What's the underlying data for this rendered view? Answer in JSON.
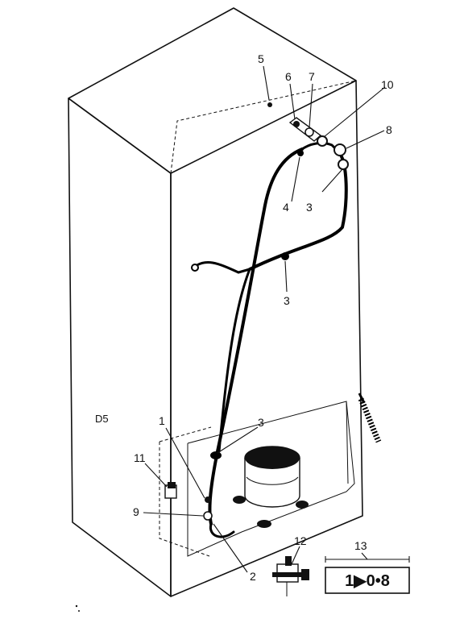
{
  "diagram": {
    "model_code": "D5",
    "callouts": [
      {
        "id": "c5",
        "text": "5"
      },
      {
        "id": "c6",
        "text": "6"
      },
      {
        "id": "c7",
        "text": "7"
      },
      {
        "id": "c10",
        "text": "10"
      },
      {
        "id": "c8",
        "text": "8"
      },
      {
        "id": "c4",
        "text": "4"
      },
      {
        "id": "c3a",
        "text": "3"
      },
      {
        "id": "c3b",
        "text": "3"
      },
      {
        "id": "c3c",
        "text": "3"
      },
      {
        "id": "c1",
        "text": "1"
      },
      {
        "id": "c11",
        "text": "11"
      },
      {
        "id": "c9",
        "text": "9"
      },
      {
        "id": "c2",
        "text": "2"
      },
      {
        "id": "c12",
        "text": "12"
      },
      {
        "id": "c13",
        "text": "13"
      }
    ],
    "part_13_display": "1▶0•8"
  }
}
